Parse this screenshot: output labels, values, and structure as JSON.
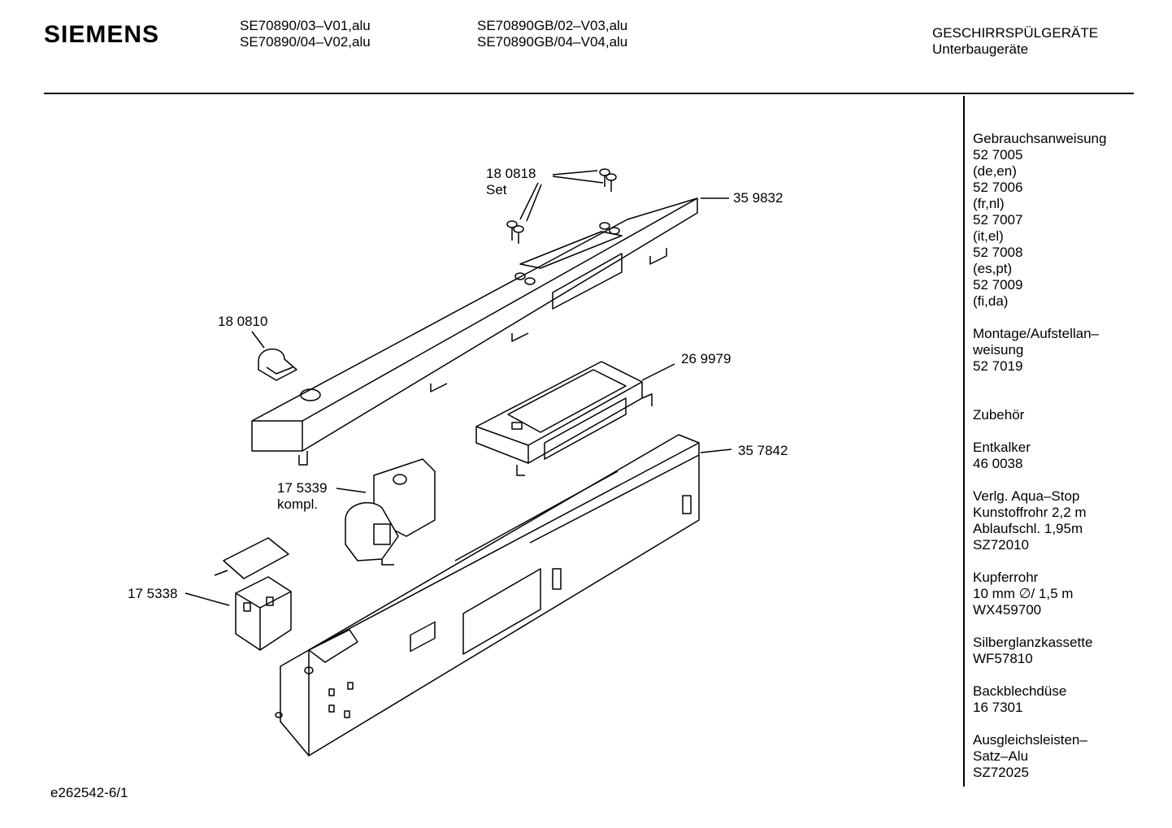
{
  "header": {
    "brand": "SIEMENS",
    "models_col1": [
      "SE70890/03–V01,alu",
      "SE70890/04–V02,alu"
    ],
    "models_col2": [
      "SE70890GB/02–V03,alu",
      "SE70890GB/04–V04,alu"
    ],
    "category": "GESCHIRRSPÜLGERÄTE",
    "subcategory": "Unterbaugeräte"
  },
  "parts": [
    {
      "number": "18 0818",
      "note": "Set"
    },
    {
      "number": "35 9832"
    },
    {
      "number": "18 0810"
    },
    {
      "number": "26 9979"
    },
    {
      "number": "35 7842"
    },
    {
      "number": "17 5339",
      "note": "kompl."
    },
    {
      "number": "17 5338"
    }
  ],
  "sidebar": {
    "lines": [
      "Gebrauchsanweisung",
      "52 7005",
      "(de,en)",
      "52 7006",
      "(fr,nl)",
      "52 7007",
      "(it,el)",
      "52 7008",
      "(es,pt)",
      "52 7009",
      "(fi,da)",
      "",
      "Montage/Aufstellan–",
      "weisung",
      "52 7019",
      "",
      "",
      "Zubehör",
      "",
      "Entkalker",
      "46 0038",
      "",
      "Verlg. Aqua–Stop",
      "Kunstoffrohr 2,2 m",
      "Ablaufschl. 1,95m",
      "SZ72010",
      "",
      "Kupferrohr",
      "10 mm ∅/ 1,5 m",
      "WX459700",
      "",
      "Silberglanzkassette",
      "WF57810",
      "",
      "Backblechdüse",
      "16 7301",
      "",
      "Ausgleichsleisten–",
      "Satz–Alu",
      "SZ72025"
    ]
  },
  "footer": {
    "code": "e262542-6/1"
  }
}
